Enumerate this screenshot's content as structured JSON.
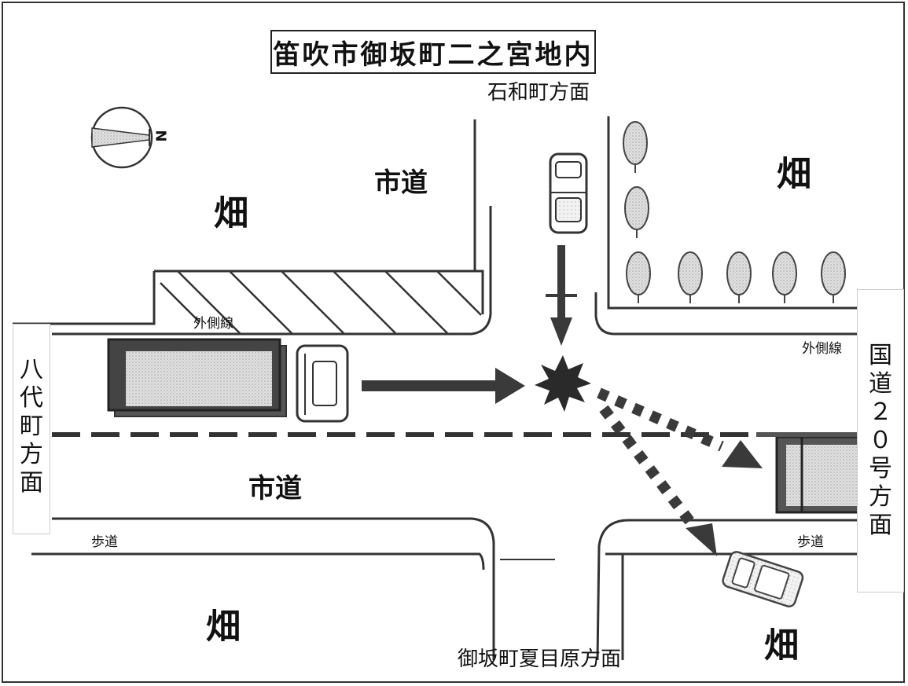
{
  "title": "笛吹市御坂町二之宮地内",
  "labels": {
    "north_mark": "N",
    "direction_top": "石和町方面",
    "direction_bottom": "御坂町夏目原方面",
    "direction_left": "八代町方面",
    "direction_right": "国道２０号方面",
    "field": "畑",
    "city_road": "市道",
    "outer_line": "外側線",
    "sidewalk": "歩道"
  },
  "colors": {
    "line": "#333333",
    "vehicle_fill": "#d6d6d6",
    "arrow": "#3a3a3a",
    "tree": "#9a9a9a"
  }
}
